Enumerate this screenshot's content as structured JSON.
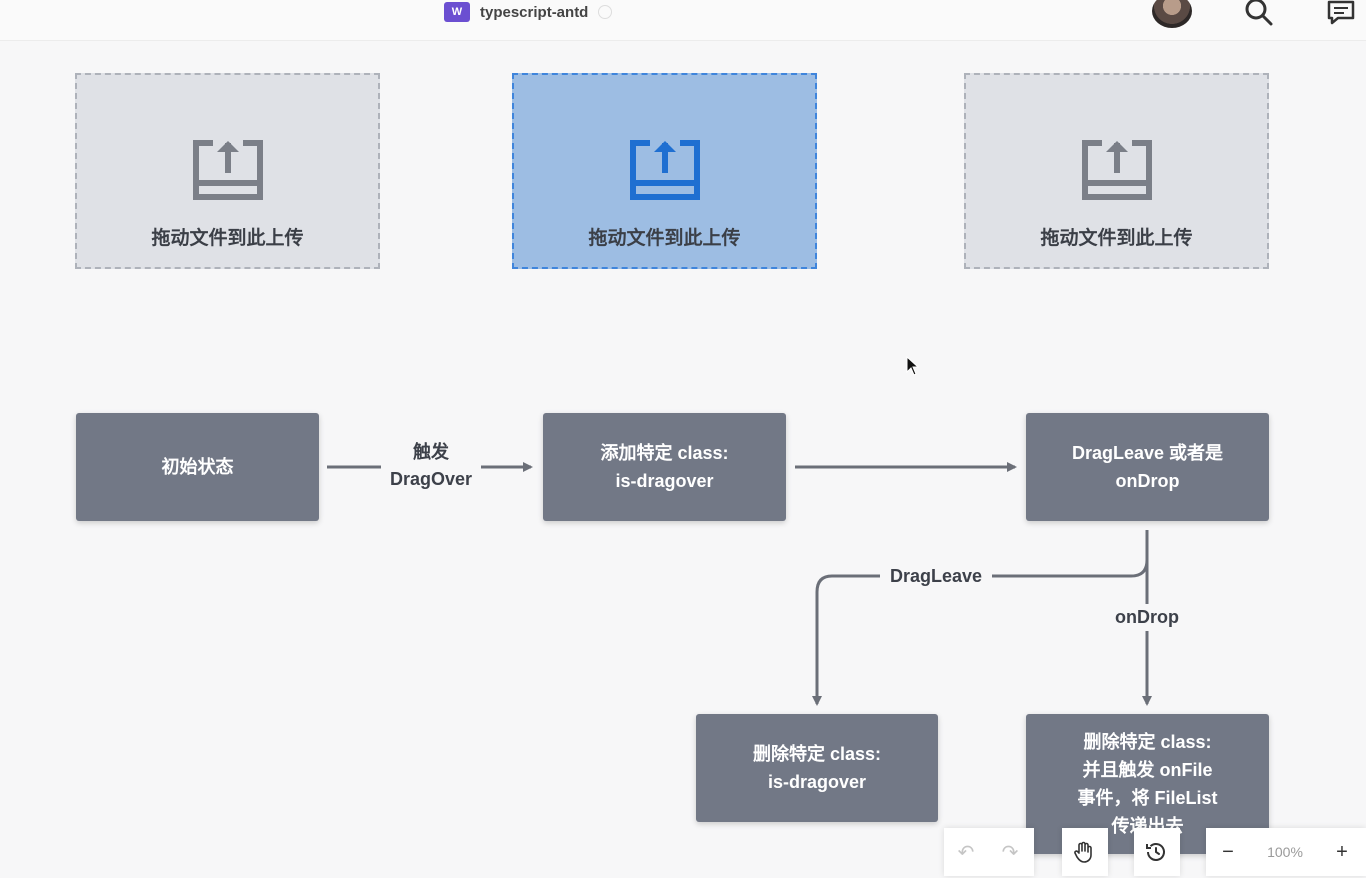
{
  "header": {
    "doc_badge": "W",
    "doc_title": "typescript-antd",
    "icons": [
      "avatar",
      "search-icon",
      "comment-icon"
    ]
  },
  "upload_boxes": [
    {
      "label": "拖动文件到此上传",
      "state": "default"
    },
    {
      "label": "拖动文件到此上传",
      "state": "dragover"
    },
    {
      "label": "拖动文件到此上传",
      "state": "default"
    }
  ],
  "flow": {
    "nodes": {
      "initial": {
        "lines": [
          "初始状态"
        ]
      },
      "add_class": {
        "lines": [
          "添加特定 class:",
          "is-dragover"
        ]
      },
      "leave_or_drop": {
        "lines": [
          "DragLeave 或者是",
          "onDrop"
        ]
      },
      "remove_class": {
        "lines": [
          "删除特定 class:",
          "is-dragover"
        ]
      },
      "remove_and_emit": {
        "lines": [
          "删除特定 class:",
          "并且触发 onFile",
          "事件，将 FileList",
          "传递出去"
        ]
      }
    },
    "edges": {
      "trigger_line1": "触发",
      "trigger_line2": "DragOver",
      "dragleave": "DragLeave",
      "ondrop": "onDrop"
    }
  },
  "toolbar": {
    "zoom": "100%",
    "zoom_out": "−",
    "zoom_in": "+"
  },
  "colors": {
    "node_fill": "#727886",
    "upload_default": "#dfe1e6",
    "upload_active": "#9dbde3",
    "active_border": "#3f85dc"
  }
}
